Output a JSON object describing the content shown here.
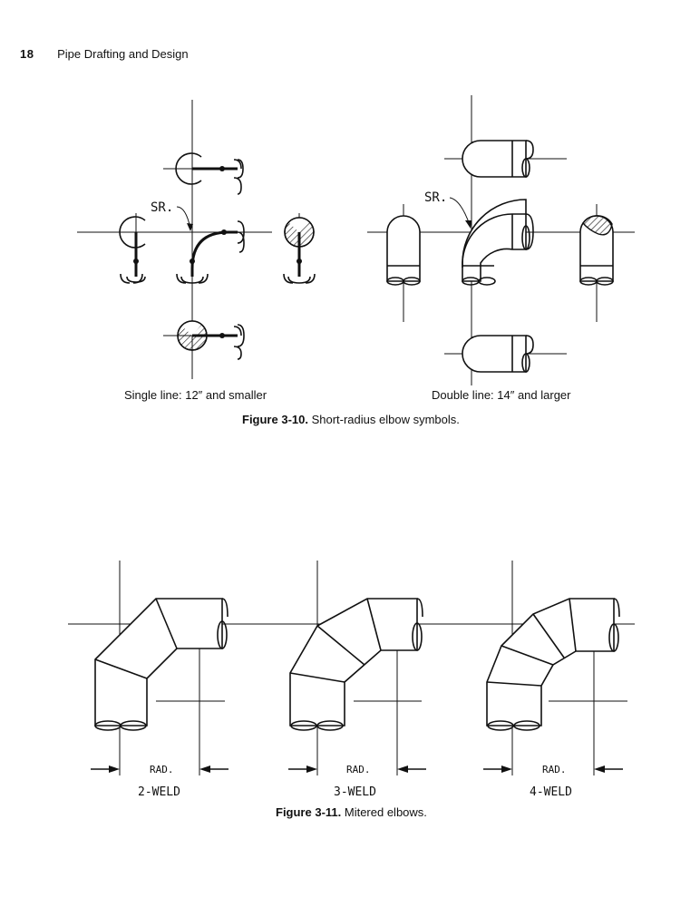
{
  "header": {
    "page_number": "18",
    "book_title": "Pipe Drafting and Design"
  },
  "figure_3_10": {
    "sr_label_single": "SR.",
    "sr_label_double": "SR.",
    "left_caption": "Single line: 12″ and smaller",
    "right_caption": "Double line: 14″ and larger",
    "caption_number": "Figure 3-10.",
    "caption_text": " Short-radius elbow symbols."
  },
  "figure_3_11": {
    "rad_labels": [
      "RAD.",
      "RAD.",
      "RAD."
    ],
    "weld_labels": [
      "2-WELD",
      "3-WELD",
      "4-WELD"
    ],
    "caption_number": "Figure 3-11.",
    "caption_text": " Mitered elbows."
  }
}
